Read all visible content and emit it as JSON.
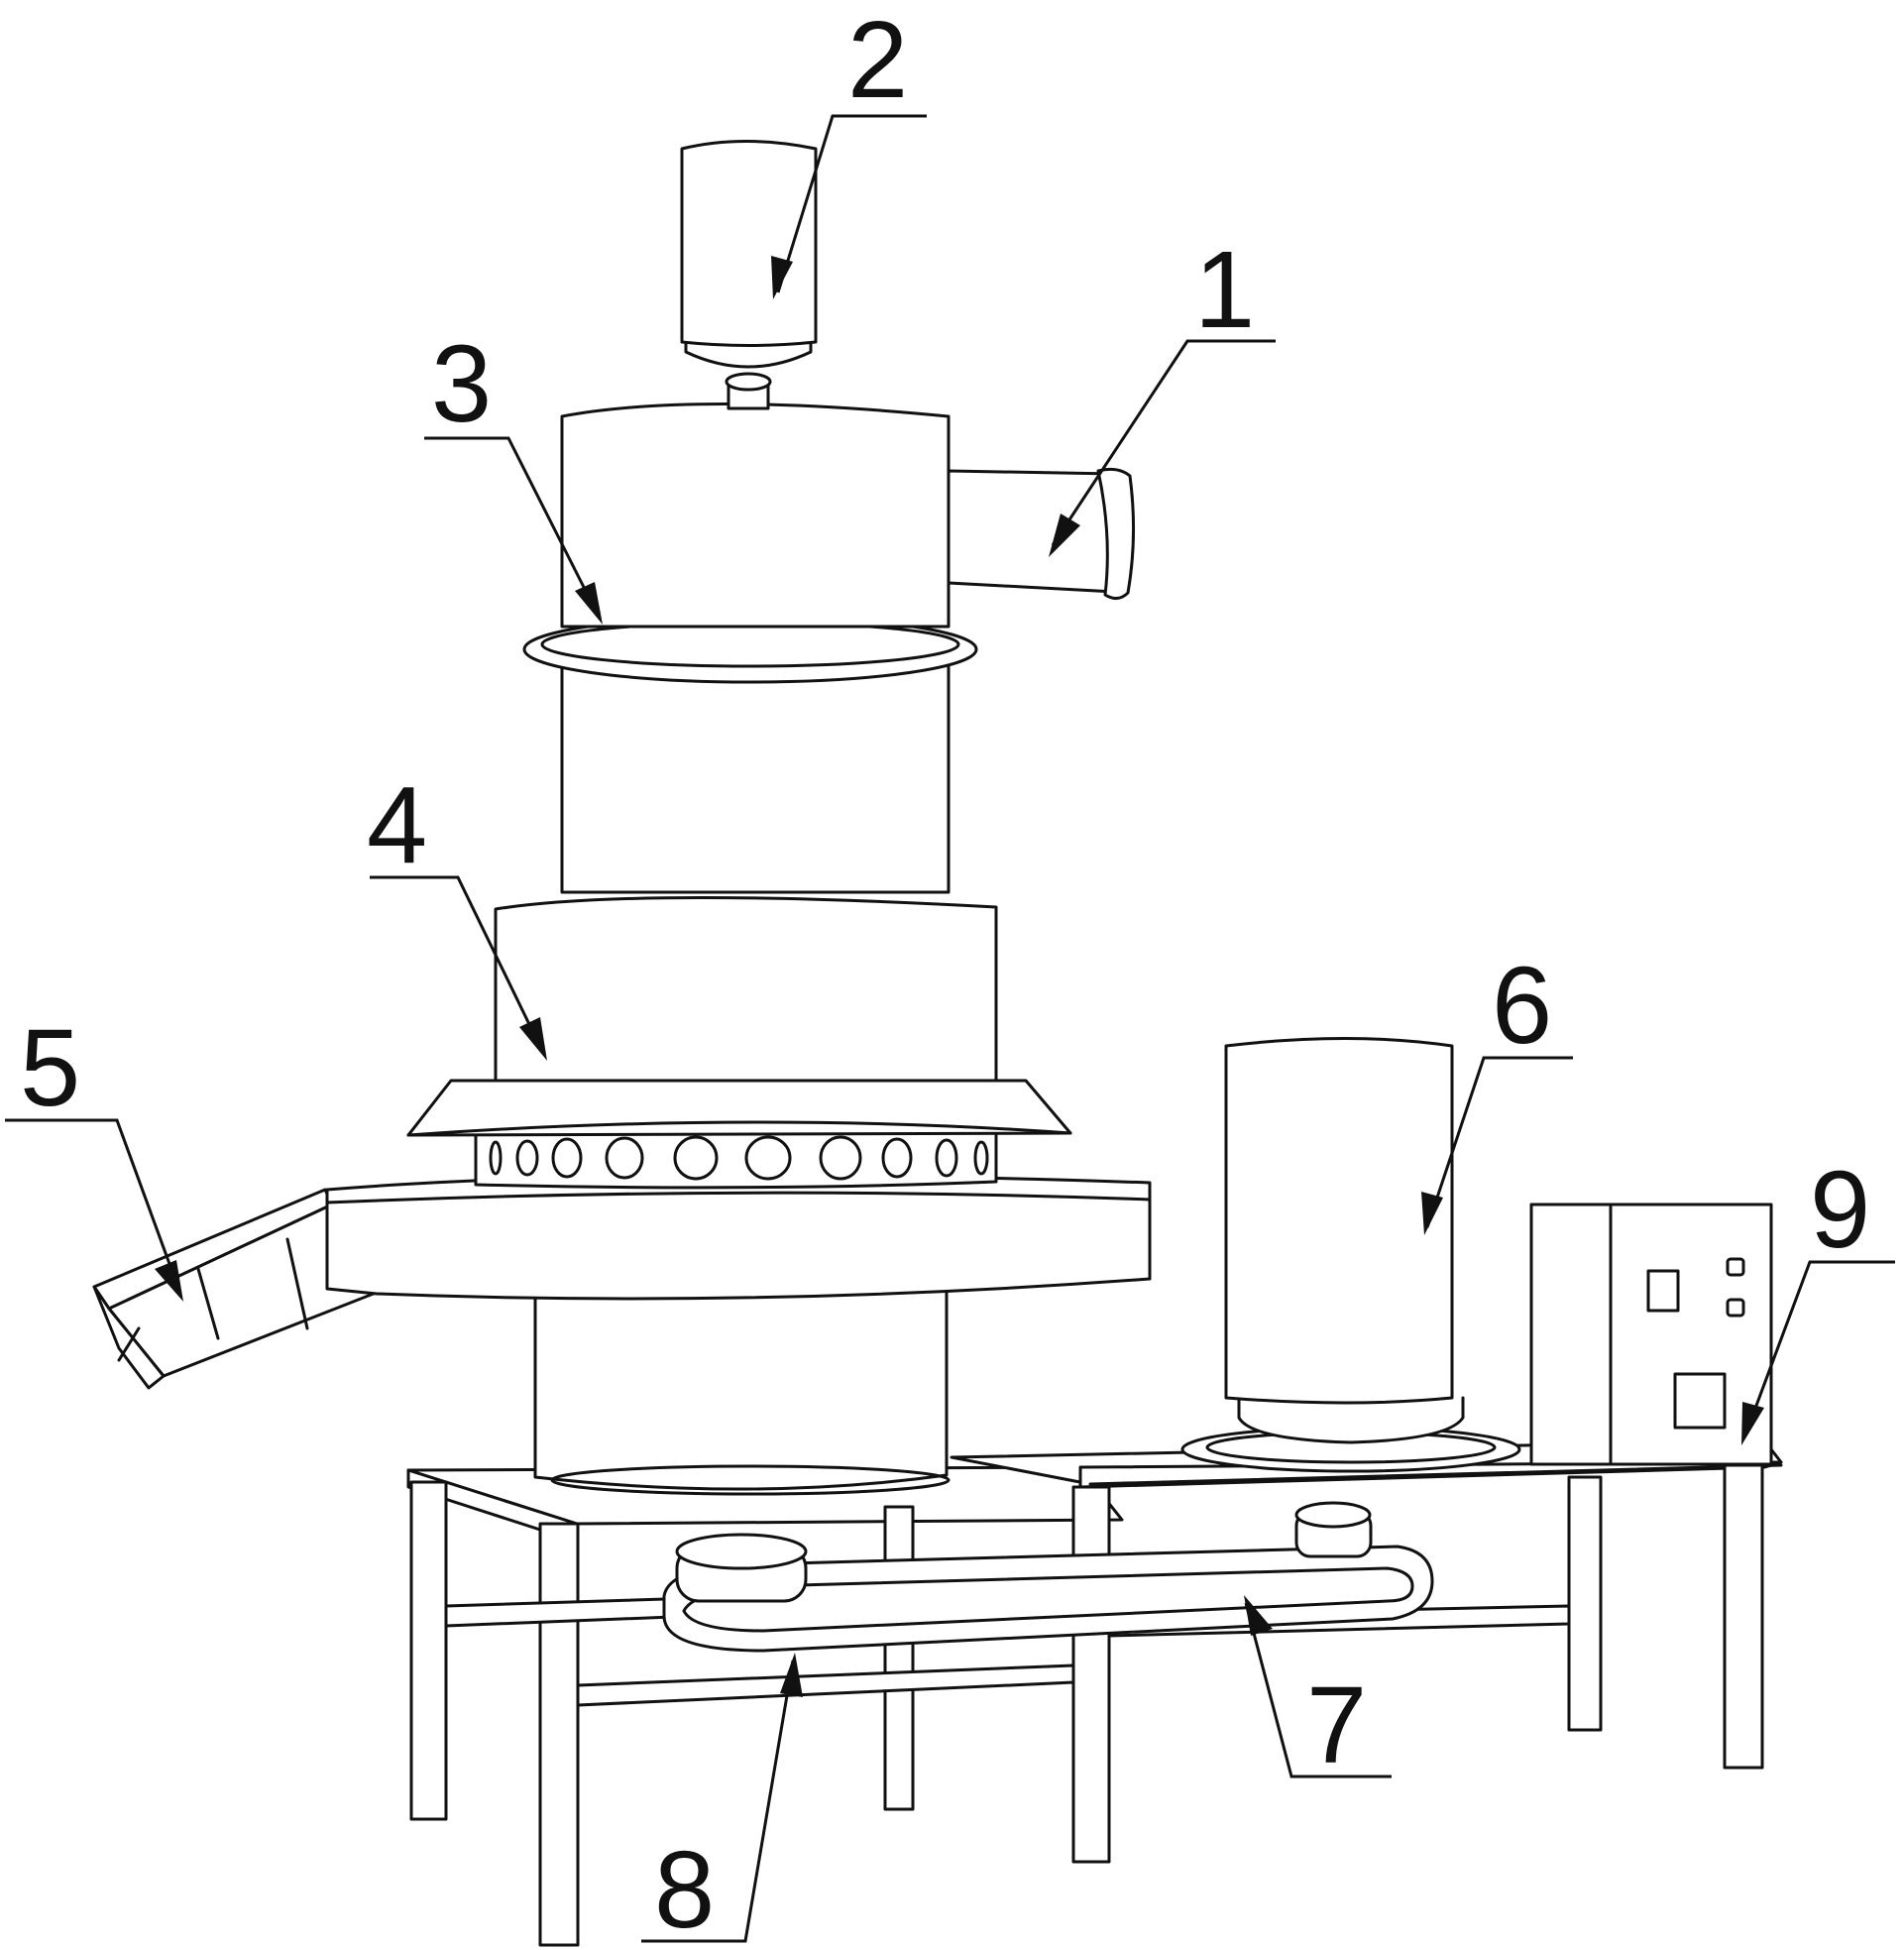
{
  "figure": {
    "callouts": [
      {
        "id": "1",
        "label": "1"
      },
      {
        "id": "2",
        "label": "2"
      },
      {
        "id": "3",
        "label": "3"
      },
      {
        "id": "4",
        "label": "4"
      },
      {
        "id": "5",
        "label": "5"
      },
      {
        "id": "6",
        "label": "6"
      },
      {
        "id": "7",
        "label": "7"
      },
      {
        "id": "8",
        "label": "8"
      },
      {
        "id": "9",
        "label": "9"
      }
    ],
    "colors": {
      "line": "#111111",
      "background": "#ffffff"
    }
  }
}
